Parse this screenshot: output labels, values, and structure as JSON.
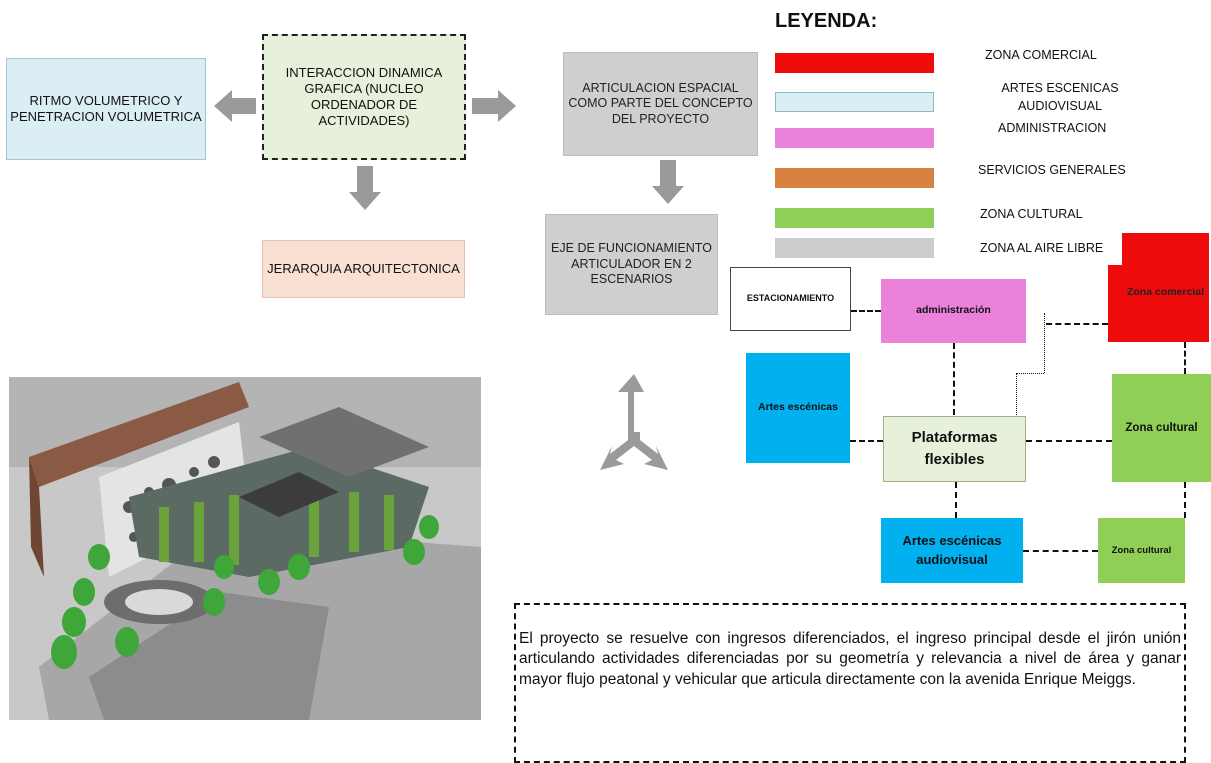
{
  "concept": {
    "center": "INTERACCION DINAMICA GRAFICA (NUCLEO ORDENADOR DE ACTIVIDADES)",
    "left": "RITMO VOLUMETRICO Y PENETRACION VOLUMETRICA",
    "below": "JERARQUIA ARQUITECTONICA",
    "spatial": "ARTICULACION ESPACIAL COMO PARTE DEL CONCEPTO DEL PROYECTO",
    "axis": "EJE DE FUNCIONAMIENTO ARTICULADOR EN 2 ESCENARIOS"
  },
  "legend": {
    "title": "LEYENDA:",
    "items": [
      {
        "label": "ZONA COMERCIAL",
        "color": "#ee0b0b"
      },
      {
        "label": "ARTES ESCENICAS AUDIOVISUAL",
        "color": "#d9eef5"
      },
      {
        "label": "ADMINISTRACION",
        "color": "#e982d8"
      },
      {
        "label": "SERVICIOS GENERALES",
        "color": "#d9823f"
      },
      {
        "label": "ZONA CULTURAL",
        "color": "#8fcf57"
      },
      {
        "label": "ZONA AL AIRE LIBRE",
        "color": "#cccccc"
      }
    ]
  },
  "nodes": {
    "estacionamiento": "ESTACIONAMIENTO",
    "administracion": "administración",
    "comercial": "Zona comercial",
    "artes": "Artes escénicas",
    "plataformas": "Plataformas flexibles",
    "cultural1": "Zona cultural",
    "audiovisual": "Artes escénicas audiovisual",
    "cultural2": "Zona cultural"
  },
  "description": "El proyecto se resuelve con ingresos diferenciados, el ingreso principal desde el jirón unión articulando actividades diferenciadas por su geometría y relevancia a nivel de área y ganar mayor flujo peatonal y vehicular que articula directamente con la avenida Enrique Meiggs."
}
